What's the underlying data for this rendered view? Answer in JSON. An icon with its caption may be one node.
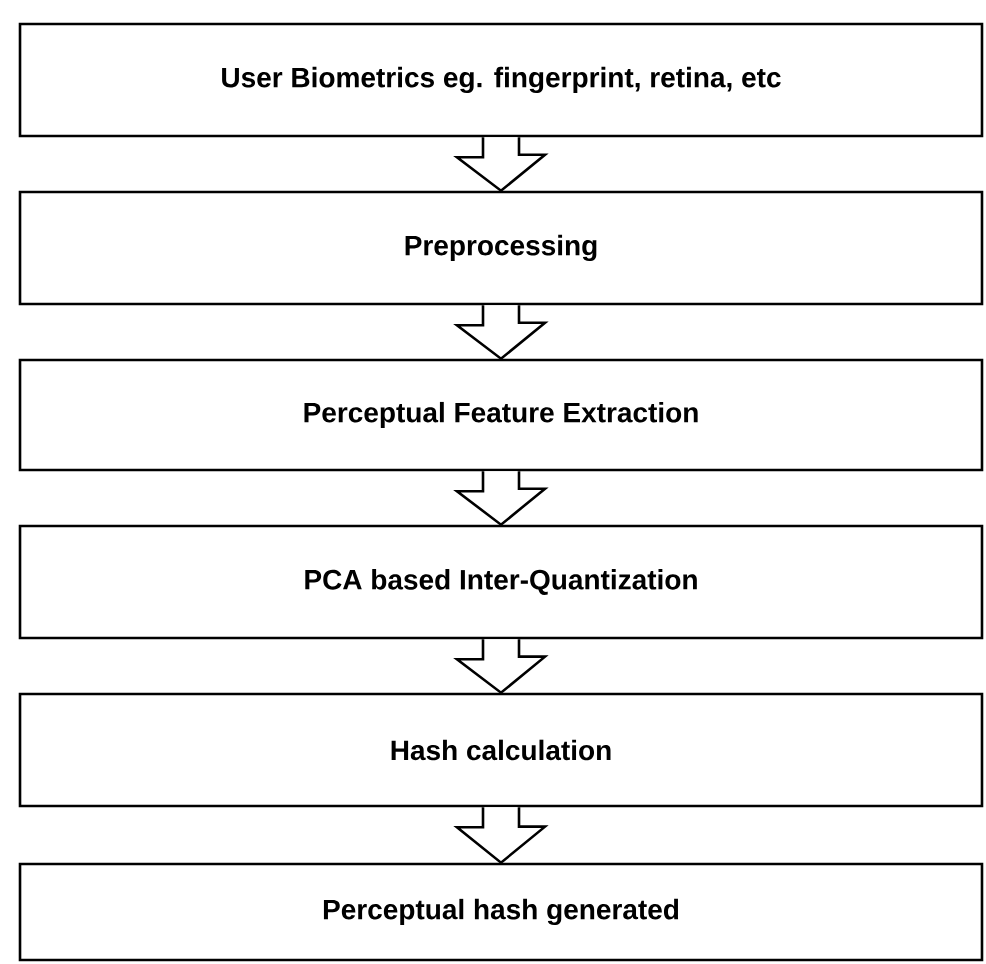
{
  "diagram": {
    "nodes": [
      {
        "text": [
          "User Biometrics eg. fingerprint, retina, etc"
        ]
      },
      {
        "text": [
          "Preprocessing"
        ]
      },
      {
        "text": [
          "Perceptual Feature Extraction"
        ]
      },
      {
        "text": [
          "PCA based Inter-Quantization"
        ]
      },
      {
        "text": [
          "Hash calculation"
        ]
      },
      {
        "text": [
          "Perceptual hash generated"
        ]
      }
    ],
    "edges": [
      {
        "from": 0,
        "to": 1,
        "arrow": "to"
      },
      {
        "from": 1,
        "to": 2,
        "arrow": "to"
      },
      {
        "from": 2,
        "to": 3,
        "arrow": "to"
      },
      {
        "from": 3,
        "to": 4,
        "arrow": "to"
      },
      {
        "from": 4,
        "to": 5,
        "arrow": "to"
      }
    ]
  }
}
